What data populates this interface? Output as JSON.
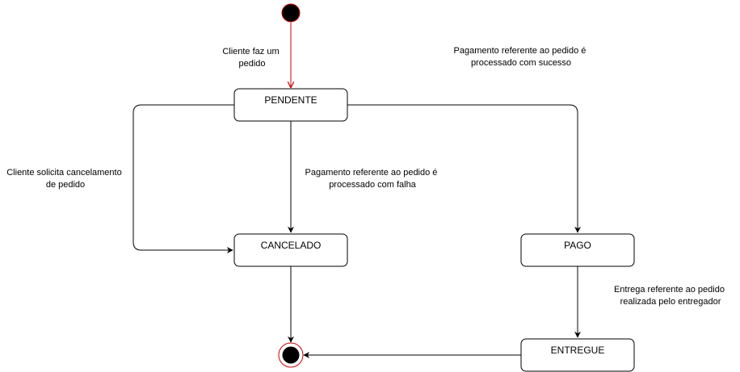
{
  "diagram": {
    "states": {
      "pendente": "PENDENTE",
      "cancelado": "CANCELADO",
      "pago": "PAGO",
      "entregue": "ENTREGUE"
    },
    "transitions": {
      "start_to_pendente": [
        "Cliente faz um",
        "pedido"
      ],
      "pendente_to_pago": [
        "Pagamento referente ao pedido é",
        "processado com sucesso"
      ],
      "pendente_to_cancelado_cliente": [
        "Cliente solicita cancelamento",
        "de pedido"
      ],
      "pendente_to_cancelado_falha": [
        "Pagamento referente ao pedido é",
        "processado com falha"
      ],
      "pago_to_entregue": [
        "Entrega referente ao pedido",
        "realizada pelo entregador"
      ]
    },
    "colors": {
      "stroke": "#000000",
      "start_arrow": "#cc0000",
      "node_fill": "#ffffff",
      "initial_fill": "#000000",
      "final_ring": "#cc0000"
    }
  }
}
